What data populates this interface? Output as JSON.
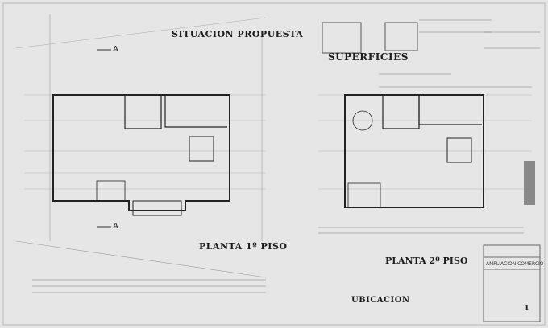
{
  "titles": {
    "situacion": "SITUACION PROPUESTA",
    "superficies": "SUPERFICIES",
    "planta1": "PLANTA 1º PISO",
    "planta2": "PLANTA 2º PISO",
    "ubicacion": "UBICACION"
  },
  "section_marks": {
    "top": "A",
    "bottom": "A"
  },
  "title_block": {
    "project": "AMPLIACION COMERCIO",
    "sheet_number": "1"
  }
}
